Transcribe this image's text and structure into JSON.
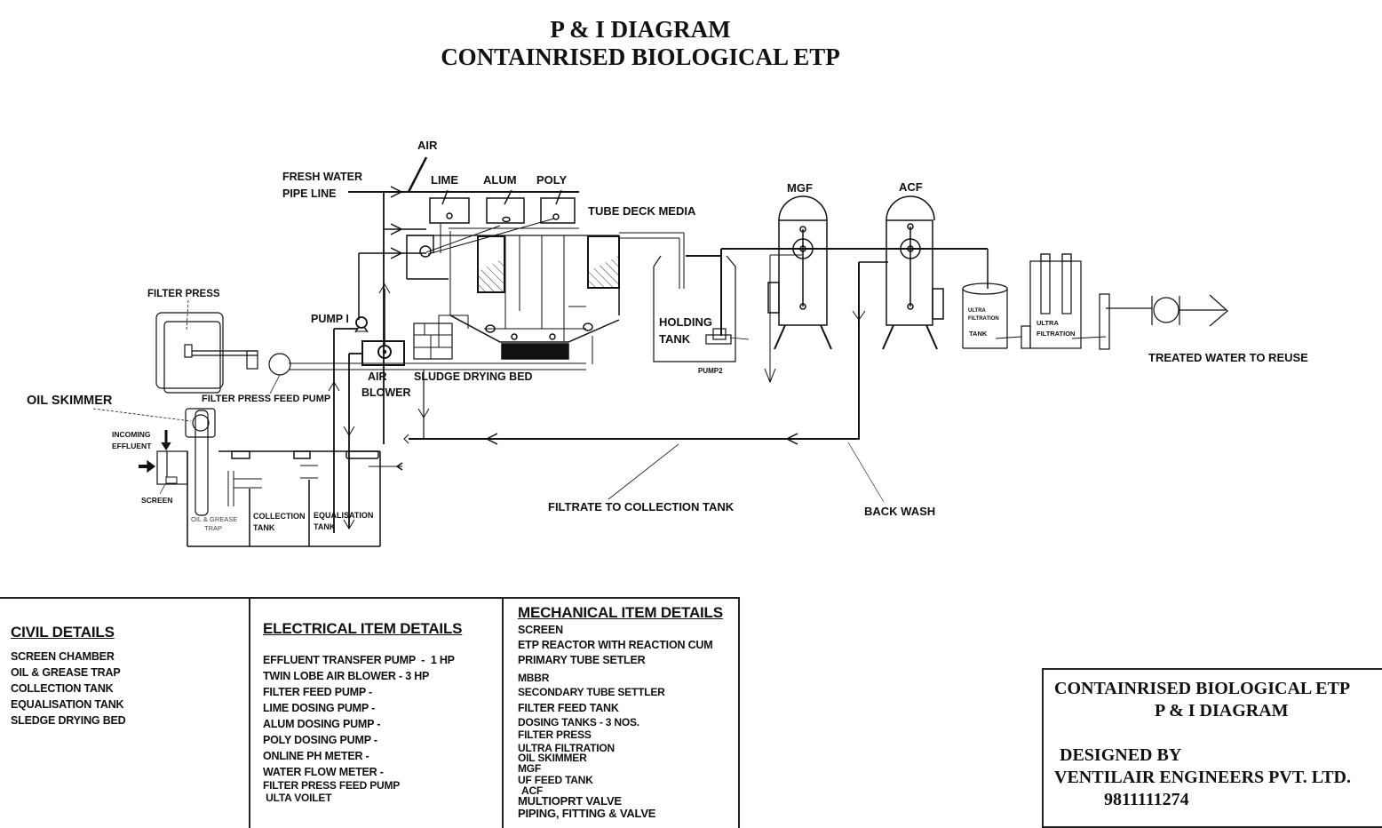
{
  "header": {
    "title_line1": "P & I DIAGRAM",
    "title_line2": "CONTAINRISED BIOLOGICAL ETP"
  },
  "diagram": {
    "labels": {
      "air": "AIR",
      "fresh_water_1": "FRESH WATER",
      "fresh_water_2": "PIPE LINE",
      "lime": "LIME",
      "alum": "ALUM",
      "poly": "POLY",
      "tube_deck_media": "TUBE DECK MEDIA",
      "mgf": "MGF",
      "acf": "ACF",
      "filter_press": "FILTER PRESS",
      "pump1": "PUMP I",
      "holding_tank_1": "HOLDING",
      "holding_tank_2": "TANK",
      "pump2": "PUMP2",
      "air_blower_1": "AIR",
      "air_blower_2": "BLOWER",
      "sludge_drying_bed": "SLUDGE DRYING BED",
      "filter_press_feed_pump": "FILTER PRESS FEED PUMP",
      "oil_skimmer": "OIL SKIMMER",
      "incoming_effluent_1": "INCOMING",
      "incoming_effluent_2": "EFFLUENT",
      "screen": "SCREEN",
      "oil_grease_trap_1": "OIL & GREASE",
      "oil_grease_trap_2": "TRAP",
      "collection_tank_1": "COLLECTION",
      "collection_tank_2": "TANK",
      "equalisation_tank_1": "EQUALISATION",
      "equalisation_tank_2": "TANK",
      "uf_tank_1": "ULTRA",
      "uf_tank_2": "FILTRATION",
      "uf_tank_3": "TANK",
      "uf_unit_1": "ULTRA",
      "uf_unit_2": "FILTRATION",
      "treated_water": "TREATED WATER TO REUSE",
      "filtrate": "FILTRATE TO COLLECTION TANK",
      "back_wash": "BACK WASH"
    }
  },
  "civil": {
    "heading": "CIVIL DETAILS",
    "items": [
      "SCREEN CHAMBER",
      "OIL & GREASE TRAP",
      "COLLECTION TANK",
      "EQUALISATION TANK",
      "SLEDGE DRYING BED"
    ]
  },
  "electrical": {
    "heading": "ELECTRICAL ITEM DETAILS",
    "items": [
      "EFFLUENT TRANSFER PUMP  -  1 HP",
      "TWIN LOBE AIR BLOWER - 3 HP",
      "FILTER FEED PUMP -",
      "LIME DOSING PUMP -",
      "ALUM DOSING PUMP -",
      "POLY DOSING PUMP -",
      "ONLINE PH METER -",
      "WATER FLOW METER -",
      "FILTER PRESS FEED PUMP",
      " ULTA VOILET"
    ]
  },
  "mechanical": {
    "heading": "MECHANICAL ITEM DETAILS",
    "items": [
      "SCREEN",
      "ETP REACTOR WITH REACTION CUM",
      "PRIMARY TUBE SETLER",
      "MBBR",
      "SECONDARY TUBE SETTLER",
      "FILTER FEED TANK",
      "DOSING TANKS - 3 NOS.",
      "FILTER PRESS",
      "ULTRA FILTRATION",
      "OIL SKIMMER",
      "MGF",
      "UF FEED TANK",
      "ACF",
      "MULTIOPRT VALVE",
      "PIPING, FITTING & VALVE"
    ]
  },
  "title_block": {
    "line1": "CONTAINRISED BIOLOGICAL ETP",
    "line2": "P & I DIAGRAM",
    "line3": "DESIGNED BY",
    "line4": "VENTILAIR ENGINEERS PVT. LTD.",
    "line5": "9811111274"
  }
}
